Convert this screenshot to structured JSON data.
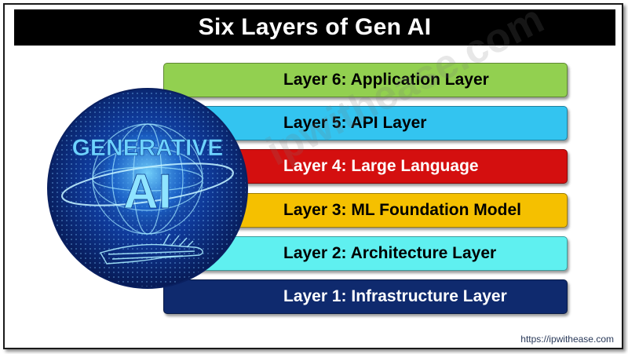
{
  "title": "Six Layers of Gen AI",
  "globe": {
    "line1": "GENERATIVE",
    "line2": "AI"
  },
  "layers": [
    {
      "label": "Layer 6: Application Layer",
      "bg": "#92d050",
      "color": "#000000"
    },
    {
      "label": "Layer 5: API Layer",
      "bg": "#33c4f0",
      "color": "#000000"
    },
    {
      "label": "Layer 4: Large Language",
      "bg": "#d40f0f",
      "color": "#ffffff"
    },
    {
      "label": "Layer 3: ML Foundation Model",
      "bg": "#f5c000",
      "color": "#000000"
    },
    {
      "label": "Layer 2: Architecture Layer",
      "bg": "#5ff0f0",
      "color": "#000000"
    },
    {
      "label": "Layer 1: Infrastructure Layer",
      "bg": "#0f2a6e",
      "color": "#ffffff"
    }
  ],
  "watermark": "ipwithease.com",
  "url": "https://ipwithease.com",
  "colors": {
    "globe_dark": "#0a2a6e",
    "globe_glow": "#3fb8ff",
    "globe_text": "#6fd3ff"
  },
  "icons": [
    "globe-ai-icon",
    "robot-hand-icon"
  ]
}
